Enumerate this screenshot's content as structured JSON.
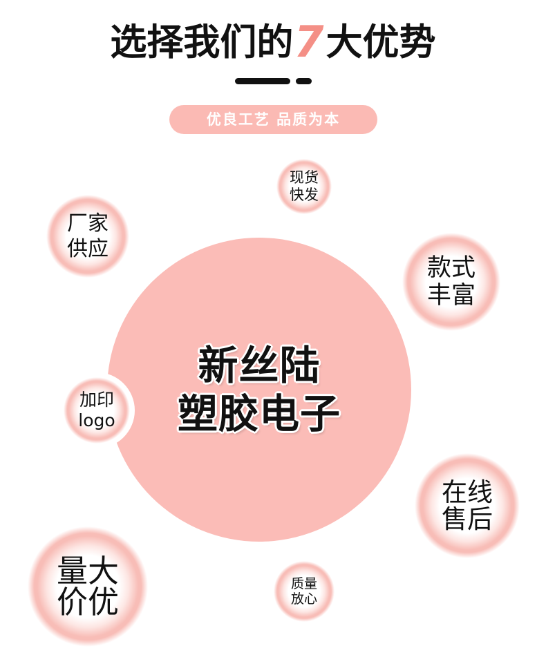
{
  "title": {
    "before": "选择我们的",
    "number": "7",
    "after": "大优势"
  },
  "tagline": "优良工艺 品质为本",
  "center": {
    "line1": "新丝陆",
    "line2": "塑胶电子"
  },
  "advantages": [
    {
      "line1": "现货",
      "line2": "快发"
    },
    {
      "line1": "厂家",
      "line2": "供应"
    },
    {
      "line1": "款式",
      "line2": "丰富"
    },
    {
      "line1": "加印",
      "line2": "logo"
    },
    {
      "line1": "在线",
      "line2": "售后"
    },
    {
      "line1": "量大",
      "line2": "价优"
    },
    {
      "line1": "质量",
      "line2": "放心"
    }
  ],
  "colors": {
    "accent": "#f48f86",
    "circle_fill": "#fbbcb7",
    "tagline_fill": "#fbbab4",
    "bubble_ring": "#f8bdb7",
    "divider": "#111111",
    "text": "#111111",
    "tagline_text": "#ffffff"
  }
}
